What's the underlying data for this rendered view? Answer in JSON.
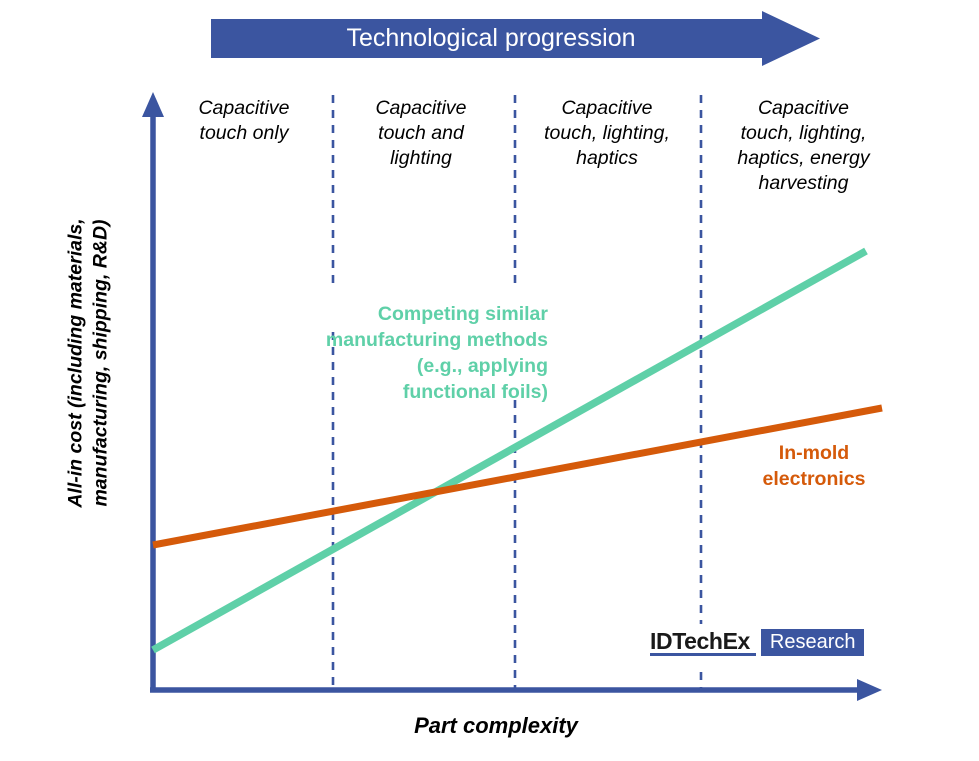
{
  "banner": {
    "label": "Technological progression",
    "color": "#3B55A0",
    "text_color": "#FFFFFF"
  },
  "axes": {
    "y_title": "All-in cost (including materials,\nmanufacturing, shipping, R&D)",
    "x_title": "Part complexity",
    "axis_color": "#3B55A0"
  },
  "columns": [
    {
      "label": "Capacitive\ntouch only"
    },
    {
      "label": "Capacitive\ntouch and\nlighting"
    },
    {
      "label": "Capacitive\ntouch, lighting,\nhaptics"
    },
    {
      "label": "Capacitive\ntouch, lighting,\nhaptics, energy\nharvesting"
    }
  ],
  "divider_color": "#3B55A0",
  "series": [
    {
      "name": "competing-methods",
      "label": "Competing similar\nmanufacturing methods\n(e.g., applying\nfunctional foils)",
      "color": "#5FD0A8"
    },
    {
      "name": "in-mold-electronics",
      "label": "In-mold\nelectronics",
      "color": "#D55A0A"
    }
  ],
  "logo": {
    "wordmark": "IDTechEx",
    "badge": "Research",
    "badge_color": "#3B55A0"
  },
  "chart_data": {
    "type": "line",
    "title": "",
    "xlabel": "Part complexity",
    "ylabel": "All-in cost (including materials, manufacturing, shipping, R&D)",
    "grid": false,
    "legend": "inline-annotations",
    "xlim": [
      0,
      100
    ],
    "ylim": [
      0,
      100
    ],
    "axis_ticks": false,
    "x_category_dividers": [
      33.6,
      49.8,
      75.5
    ],
    "x_categories": [
      "Capacitive touch only",
      "Capacitive touch and lighting",
      "Capacitive touch, lighting, haptics",
      "Capacitive touch, lighting, haptics, energy harvesting"
    ],
    "series": [
      {
        "name": "Competing similar manufacturing methods (e.g., applying functional foils)",
        "color": "#5FD0A8",
        "x": [
          0,
          100
        ],
        "y": [
          6.7,
          73.6
        ]
      },
      {
        "name": "In-mold electronics",
        "color": "#D55A0A",
        "x": [
          0,
          100
        ],
        "y": [
          24.2,
          47.1
        ]
      }
    ],
    "crossover_x": 37,
    "crossover_y": 31,
    "annotations": [
      {
        "text": "Competing similar manufacturing methods (e.g., applying functional foils)",
        "color": "#5FD0A8"
      },
      {
        "text": "In-mold electronics",
        "color": "#D55A0A"
      },
      {
        "text": "Technological progression",
        "color": "#FFFFFF"
      }
    ]
  }
}
